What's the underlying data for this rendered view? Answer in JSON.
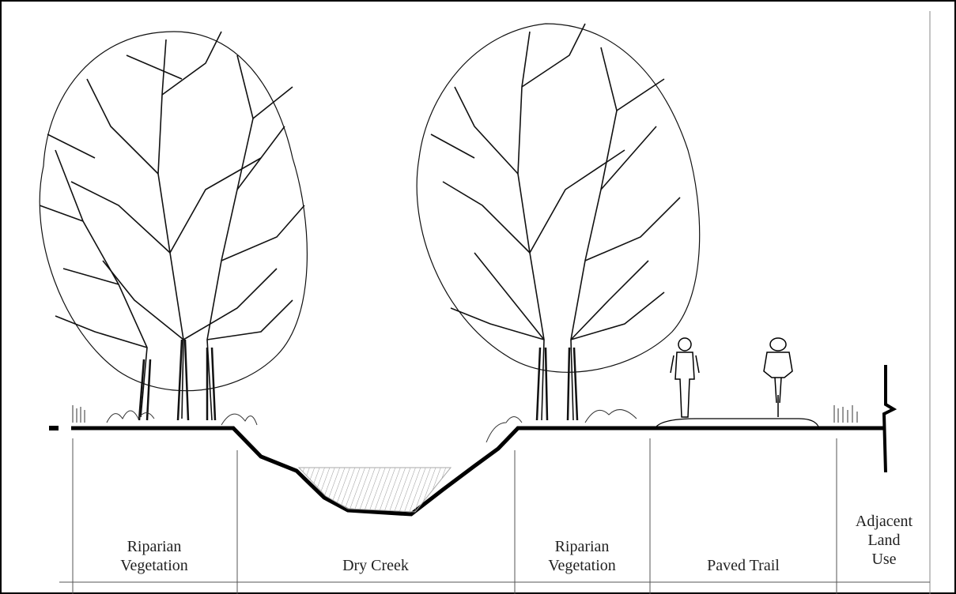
{
  "diagram": {
    "zones": [
      {
        "id": "riparian-vegetation-left",
        "lines": [
          "Riparian",
          "Vegetation"
        ]
      },
      {
        "id": "dry-creek",
        "lines": [
          "Dry Creek"
        ]
      },
      {
        "id": "riparian-vegetation-right",
        "lines": [
          "Riparian",
          "Vegetation"
        ]
      },
      {
        "id": "paved-trail",
        "lines": [
          "Paved Trail"
        ]
      },
      {
        "id": "adjacent-land-use",
        "lines": [
          "Adjacent",
          "Land",
          "Use"
        ]
      }
    ]
  }
}
